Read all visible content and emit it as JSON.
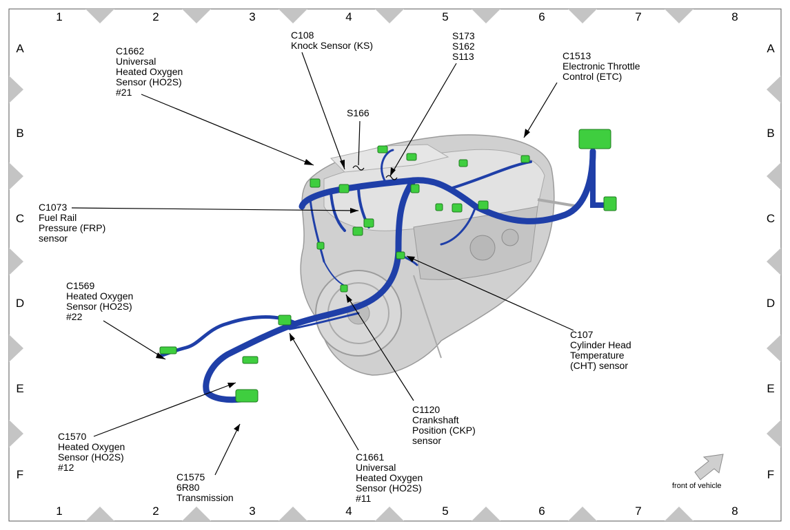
{
  "grid": {
    "columns": [
      "1",
      "2",
      "3",
      "4",
      "5",
      "6",
      "7",
      "8"
    ],
    "rows": [
      "A",
      "B",
      "C",
      "D",
      "E",
      "F"
    ]
  },
  "callouts": [
    {
      "id": "c1662",
      "lines": [
        "C1662",
        "Universal",
        "Heated Oxygen",
        "Sensor (HO2S)",
        "#21"
      ]
    },
    {
      "id": "c108",
      "lines": [
        "C108",
        "Knock Sensor (KS)"
      ]
    },
    {
      "id": "s173",
      "lines": [
        "S173",
        "S162",
        "S113"
      ]
    },
    {
      "id": "c1513",
      "lines": [
        "C1513",
        "Electronic Throttle",
        "Control (ETC)"
      ]
    },
    {
      "id": "s166",
      "lines": [
        "S166"
      ]
    },
    {
      "id": "c1073",
      "lines": [
        "C1073",
        "Fuel Rail",
        "Pressure (FRP)",
        "sensor"
      ]
    },
    {
      "id": "c1569",
      "lines": [
        "C1569",
        "Heated Oxygen",
        "Sensor (HO2S)",
        "#22"
      ]
    },
    {
      "id": "c107",
      "lines": [
        "C107",
        "Cylinder Head",
        "Temperature",
        "(CHT) sensor"
      ]
    },
    {
      "id": "c1120",
      "lines": [
        "C1120",
        "Crankshaft",
        "Position (CKP)",
        "sensor"
      ]
    },
    {
      "id": "c1570",
      "lines": [
        "C1570",
        "Heated Oxygen",
        "Sensor (HO2S)",
        "#12"
      ]
    },
    {
      "id": "c1661",
      "lines": [
        "C1661",
        "Universal",
        "Heated Oxygen",
        "Sensor (HO2S)",
        "#11"
      ]
    },
    {
      "id": "c1575",
      "lines": [
        "C1575",
        "6R80",
        "Transmission"
      ]
    }
  ],
  "orientation": {
    "label": "front of vehicle"
  },
  "colors": {
    "harness": "#1f3fa8",
    "harness_highlight": "#4a6fe0",
    "connector": "#3fce3f",
    "engine": "#c8c8c8",
    "frame_marker": "#c4c4c4"
  }
}
